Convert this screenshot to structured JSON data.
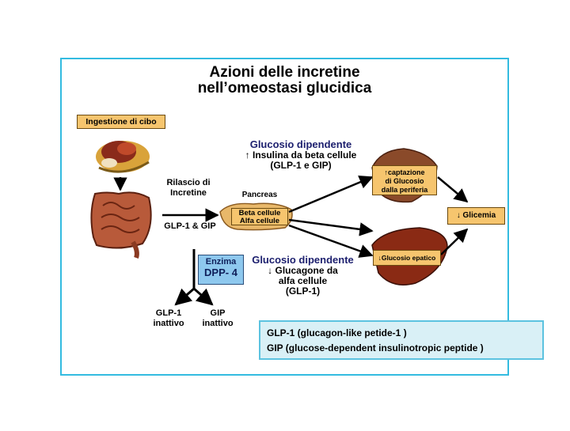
{
  "title": {
    "line1": "Azioni delle incretine",
    "line2": "nell’omeostasi glucidica"
  },
  "labels": {
    "ingestione": "Ingestione di cibo",
    "rilascio_line1": "Rilascio di",
    "rilascio_line2": "Incretine",
    "glp_gip": "GLP-1 & GIP",
    "pancreas": "Pancreas",
    "beta_cellule": "Beta cellule",
    "alfa_cellule": "Alfa cellule",
    "top_heading": "Glucosio dipendente",
    "top_line1": "Insulina da beta cellule",
    "top_line2": "(GLP-1 e GIP)",
    "bottom_heading": "Glucosio dipendente",
    "bottom_line1": "Glucagone da",
    "bottom_line2": "alfa cellule",
    "bottom_line3": "(GLP-1)",
    "captazione_line1": "captazione",
    "captazione_line2": "di Glucosio",
    "captazione_line3": "dalla periferia",
    "glicemia": "Glicemia",
    "glucosio_epatico": "Glucosio epatico",
    "enzima_line1": "Enzima",
    "enzima_line2": "DPP- 4",
    "glp1_inattivo_line1": "GLP-1",
    "glp1_inattivo_line2": "inattivo",
    "gip_inattivo_line1": "GIP",
    "gip_inattivo_line2": "inattivo"
  },
  "symbols": {
    "up_arrow": "↑",
    "down_arrow": "↓",
    "down_arrow_bold": "🡣"
  },
  "legend": {
    "line1": "GLP-1 (glucagon-like petide-1 )",
    "line2": "GIP (glucose-dependent insulinotropic peptide )"
  },
  "colors": {
    "frame_border": "#33bbe0",
    "box_fill": "#f6c56e",
    "heading_navy": "#1c1f6e",
    "enzima_fill": "#8ec8ee",
    "legend_fill": "#d9f0f6"
  }
}
